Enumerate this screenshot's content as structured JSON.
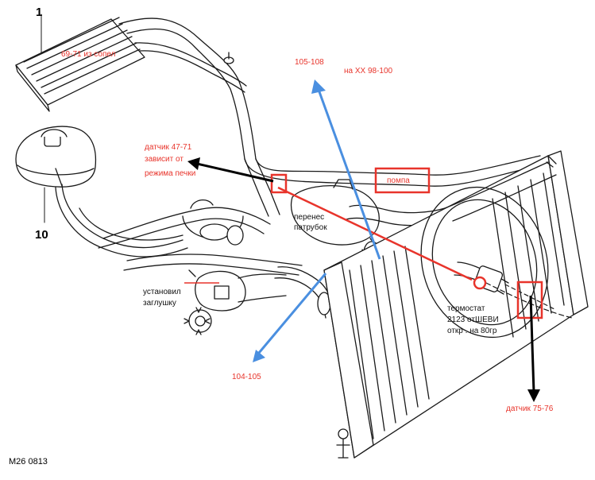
{
  "figure": {
    "code": "M26 0813",
    "part_numbers": {
      "p1": "1",
      "p10": "10"
    }
  },
  "labels": {
    "heater_outlet": "69-71 из сопел",
    "reading_top": "105-108",
    "idle_reading": "на XX 98-100",
    "sensor_left_l1": "датчик 47-71",
    "sensor_left_l2": "зависит от",
    "sensor_left_l3": "режима  печки",
    "pump": "помпа",
    "moved_hose_l1": "перенес",
    "moved_hose_l2": "патрубок",
    "plug_l1": "установил",
    "plug_l2": "заглушку",
    "thermostat_l1": "термостат",
    "thermostat_l2": "2123 отШЕВИ",
    "thermostat_l3": "откр . на 80гр",
    "reading_bottom": "104-105",
    "sensor_right": "датчик 75-76"
  },
  "colors": {
    "annotation_red": "#e8342b",
    "arrow_blue": "#4a8fe0",
    "arrow_black": "#000000",
    "line_art": "#1a1a1a"
  }
}
